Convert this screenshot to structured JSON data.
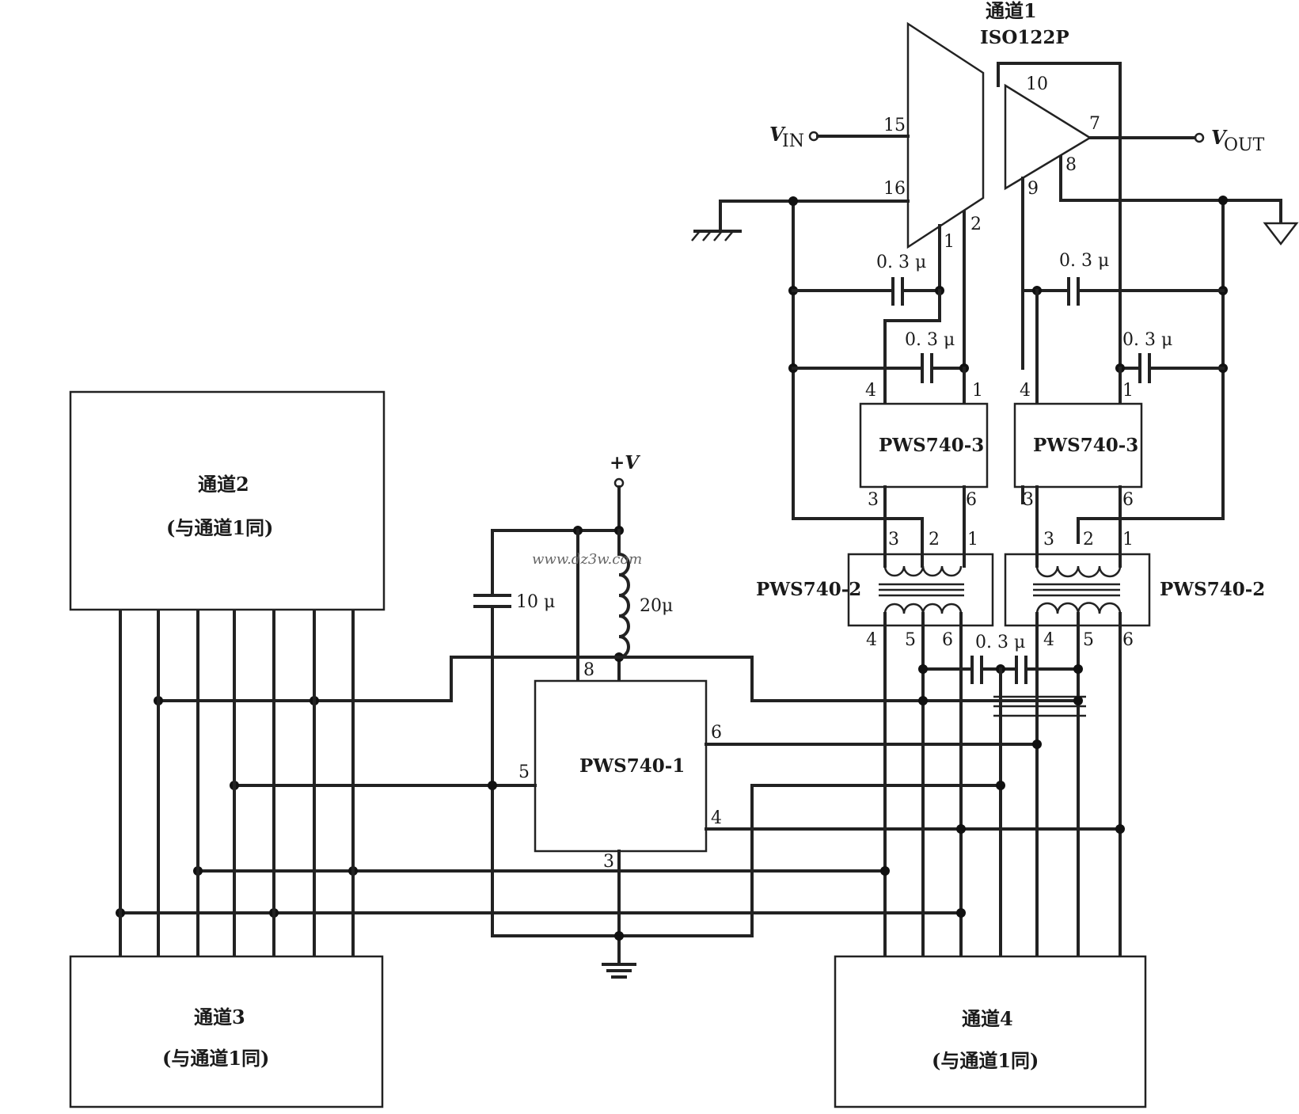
{
  "title": {
    "line1": "通道1",
    "line2": "ISO122P"
  },
  "signals": {
    "vin": "V",
    "vin_sub": "IN",
    "vout": "V",
    "vout_sub": "OUT",
    "vplus": "+V"
  },
  "watermark": "www.dz3w.com",
  "blocks": {
    "ch2": {
      "name": "通道2",
      "note": "(与通道1同)"
    },
    "ch3": {
      "name": "通道3",
      "note": "(与通道1同)"
    },
    "ch4": {
      "name": "通道4",
      "note": "(与通道1同)"
    },
    "pws1": "PWS740-1",
    "pws3a": "PWS740-3",
    "pws3b": "PWS740-3",
    "pws2a": "PWS740-2",
    "pws2b": "PWS740-2"
  },
  "components": {
    "cap_10u": "10 μ",
    "ind_20u": "20μ",
    "cap_03u": "0. 3 μ"
  },
  "pins": {
    "p15": "15",
    "p16": "16",
    "p1": "1",
    "p2": "2",
    "p10": "10",
    "p7": "7",
    "p8": "8",
    "p9": "9",
    "p3": "3",
    "p4": "4",
    "p5": "5",
    "p6": "6"
  }
}
